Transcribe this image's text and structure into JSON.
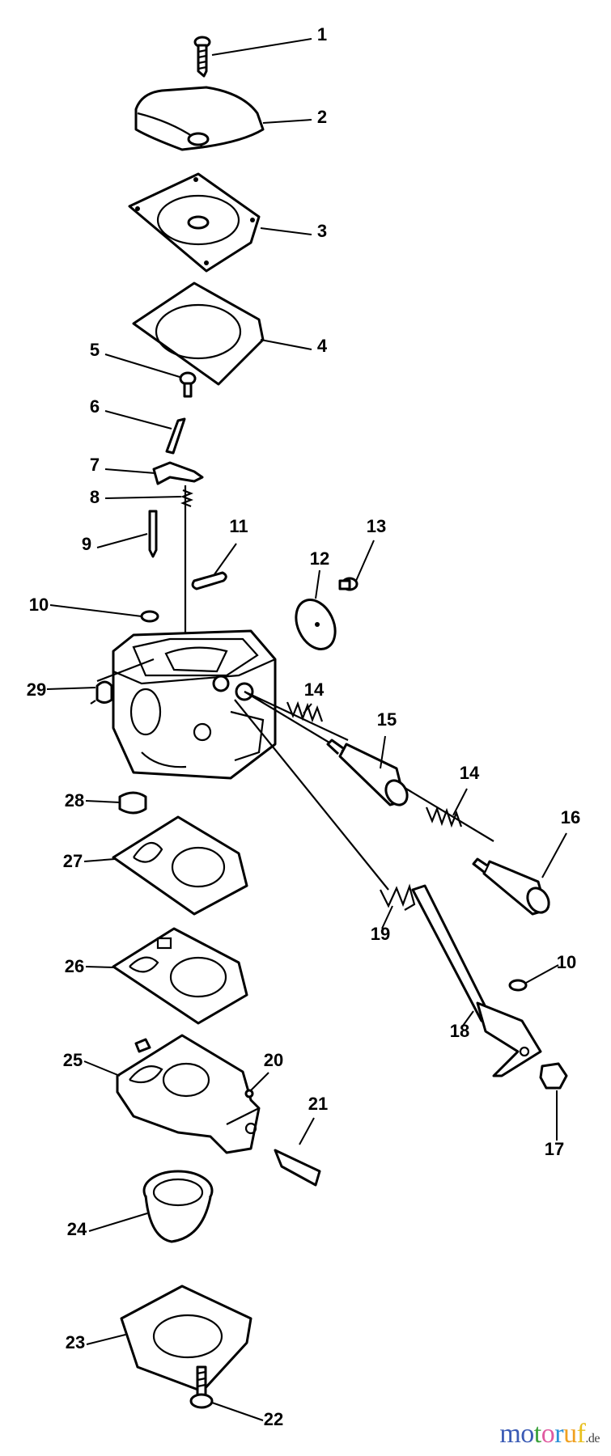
{
  "diagram": {
    "type": "exploded parts diagram",
    "part_labels": [
      "1",
      "2",
      "3",
      "4",
      "5",
      "6",
      "7",
      "8",
      "9",
      "10",
      "11",
      "12",
      "13",
      "29",
      "14",
      "15",
      "28",
      "14",
      "16",
      "27",
      "19",
      "26",
      "10",
      "18",
      "20",
      "25",
      "21",
      "17",
      "24",
      "23",
      "22"
    ]
  },
  "watermark": {
    "text": "motoruf",
    "suffix": ".de",
    "letter_colors": [
      "#3b5bb5",
      "#3b5bb5",
      "#3aa13a",
      "#e05aa0",
      "#2a8fd8",
      "#f0a020",
      "#e8c020"
    ]
  }
}
